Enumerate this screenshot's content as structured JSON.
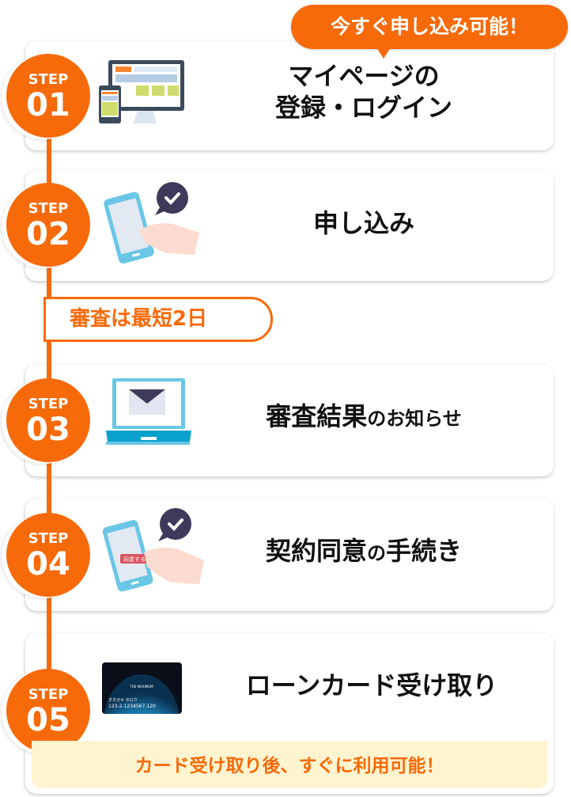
{
  "badges": {
    "apply_now": "今すぐ申し込み可能！",
    "review_time": "審査は最短2日",
    "card_note": "カード受け取り後、すぐに利用可能！"
  },
  "steps": [
    {
      "label": "STEP",
      "number": "01",
      "title_line1": "マイページの",
      "title_line2": "登録・ログイン",
      "icon": "devices-icon"
    },
    {
      "label": "STEP",
      "number": "02",
      "title": "申し込み",
      "icon": "smartphone-tap-icon"
    },
    {
      "label": "STEP",
      "number": "03",
      "title_main": "審査結果",
      "title_small": "のお知らせ",
      "icon": "laptop-mail-icon"
    },
    {
      "label": "STEP",
      "number": "04",
      "title_main": "契約同意",
      "title_small": "の",
      "title_end": "手続き",
      "icon": "smartphone-agree-icon"
    },
    {
      "label": "STEP",
      "number": "05",
      "title": "ローンカード受け取り",
      "icon": "loan-card-image"
    }
  ],
  "card_image": {
    "brand": "THE MAXIMUM",
    "name": "オオガキ タロウ",
    "number": "123-2-1234567-120"
  },
  "agree_button_text": "同意する",
  "colors": {
    "accent": "#f76a0a",
    "note_bg": "#fff4d0"
  }
}
